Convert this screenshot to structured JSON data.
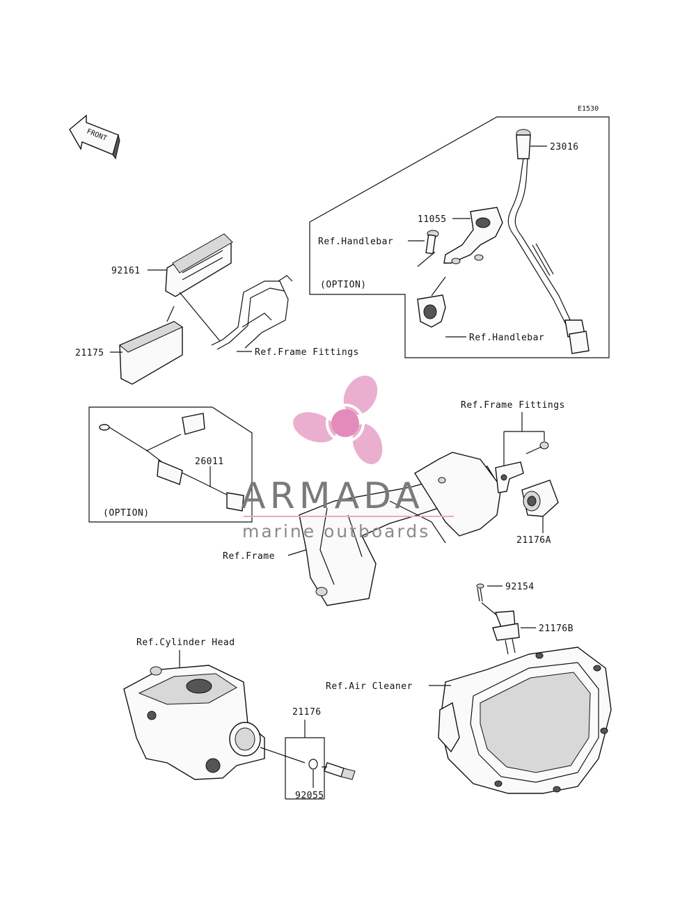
{
  "diagram": {
    "code": "E1530",
    "front_label": "FRONT",
    "option_label_top": "(OPTION)",
    "option_label_left": "(OPTION)"
  },
  "parts": {
    "p23016": "23016",
    "p11055": "11055",
    "p92161": "92161",
    "p21175": "21175",
    "p26011": "26011",
    "p21176A": "21176A",
    "p92154": "92154",
    "p21176B": "21176B",
    "p21176": "21176",
    "p92055": "92055"
  },
  "refs": {
    "handlebar_1": "Ref.Handlebar",
    "handlebar_2": "Ref.Handlebar",
    "frame_fittings_1": "Ref.Frame Fittings",
    "frame_fittings_2": "Ref.Frame Fittings",
    "frame": "Ref.Frame",
    "cylinder_head": "Ref.Cylinder Head",
    "air_cleaner": "Ref.Air Cleaner"
  },
  "watermark": {
    "brand": "ARMADA",
    "tagline": "marine outboards",
    "accent": "#e8a7c9",
    "accent_dark": "#e07fb3"
  }
}
